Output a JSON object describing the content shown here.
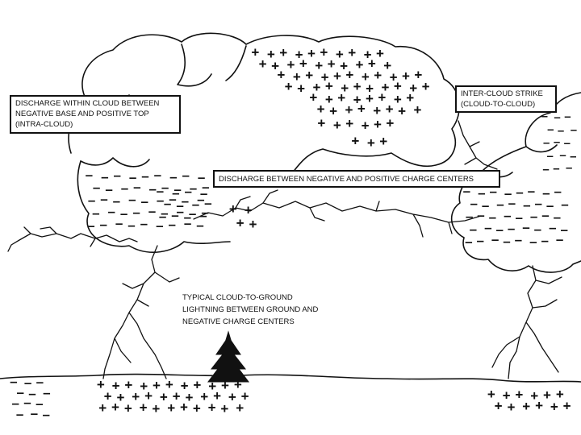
{
  "labels": {
    "intra_cloud": {
      "line1": "DISCHARGE WITHIN CLOUD BETWEEN",
      "line2": "NEGATIVE BASE AND POSITIVE TOP",
      "line3": "(INTRA-CLOUD)"
    },
    "inter_cloud": {
      "line1": "INTER-CLOUD  STRIKE",
      "line2": "(CLOUD-TO-CLOUD)"
    },
    "charge_centers": {
      "line1": "DISCHARGE BETWEEN NEGATIVE AND POSITIVE CHARGE CENTERS"
    },
    "cloud_to_ground": {
      "line1": "TYPICAL CLOUD-TO-GROUND",
      "line2": "LIGHTNING BETWEEN GROUND AND",
      "line3": "NEGATIVE CHARGE CENTERS"
    }
  },
  "charge_symbols": {
    "positive": "+",
    "negative": "–"
  },
  "colors": {
    "ink": "#111111",
    "background": "#ffffff"
  }
}
